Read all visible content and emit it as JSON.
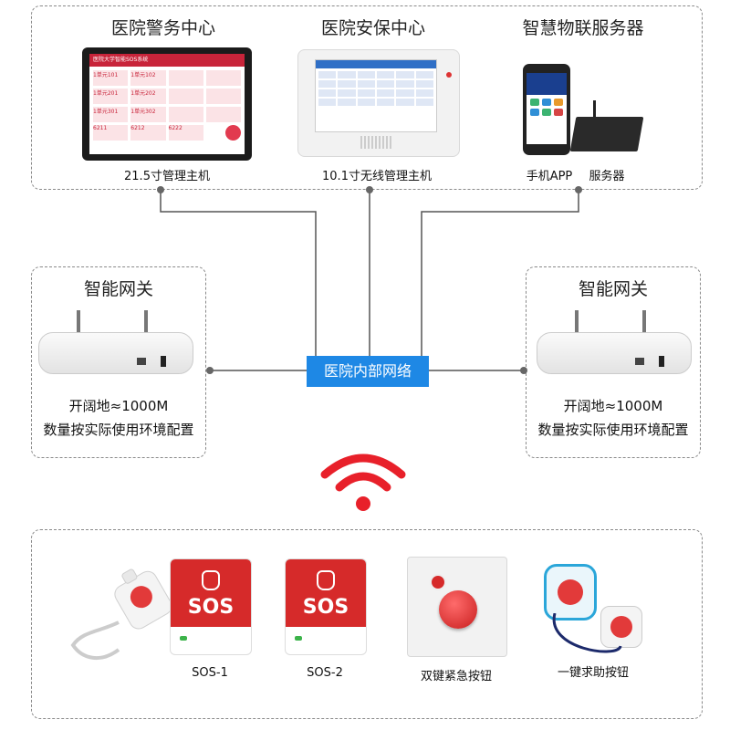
{
  "top": {
    "center1": {
      "title": "医院警务中心",
      "caption": "21.5寸管理主机",
      "screen_header": "医院大学智能SOS系统",
      "cells": [
        "1单元101",
        "1单元102",
        "1单元201",
        "1单元202",
        "1单元301",
        "1单元302",
        "6211",
        "6212",
        "6222"
      ]
    },
    "center2": {
      "title": "医院安保中心",
      "caption": "10.1寸无线管理主机"
    },
    "center3": {
      "title": "智慧物联服务器",
      "caption_app": "手机APP",
      "caption_server": "服务器"
    }
  },
  "network": {
    "label": "医院内部网络"
  },
  "gateway_left": {
    "title": "智能网关",
    "line1": "开阔地≈1000M",
    "line2": "数量按实际使用环境配置"
  },
  "gateway_right": {
    "title": "智能网关",
    "line1": "开阔地≈1000M",
    "line2": "数量按实际使用环境配置"
  },
  "devices": {
    "sos_text": "SOS",
    "sos1": "SOS-1",
    "sos2": "SOS-2",
    "double_key": "双键紧急按钮",
    "one_key": "一键求助按钮"
  },
  "colors": {
    "accent_blue": "#1e88e5",
    "sos_red": "#d62a2a",
    "wifi_red": "#e8202a",
    "line_gray": "#555555"
  }
}
